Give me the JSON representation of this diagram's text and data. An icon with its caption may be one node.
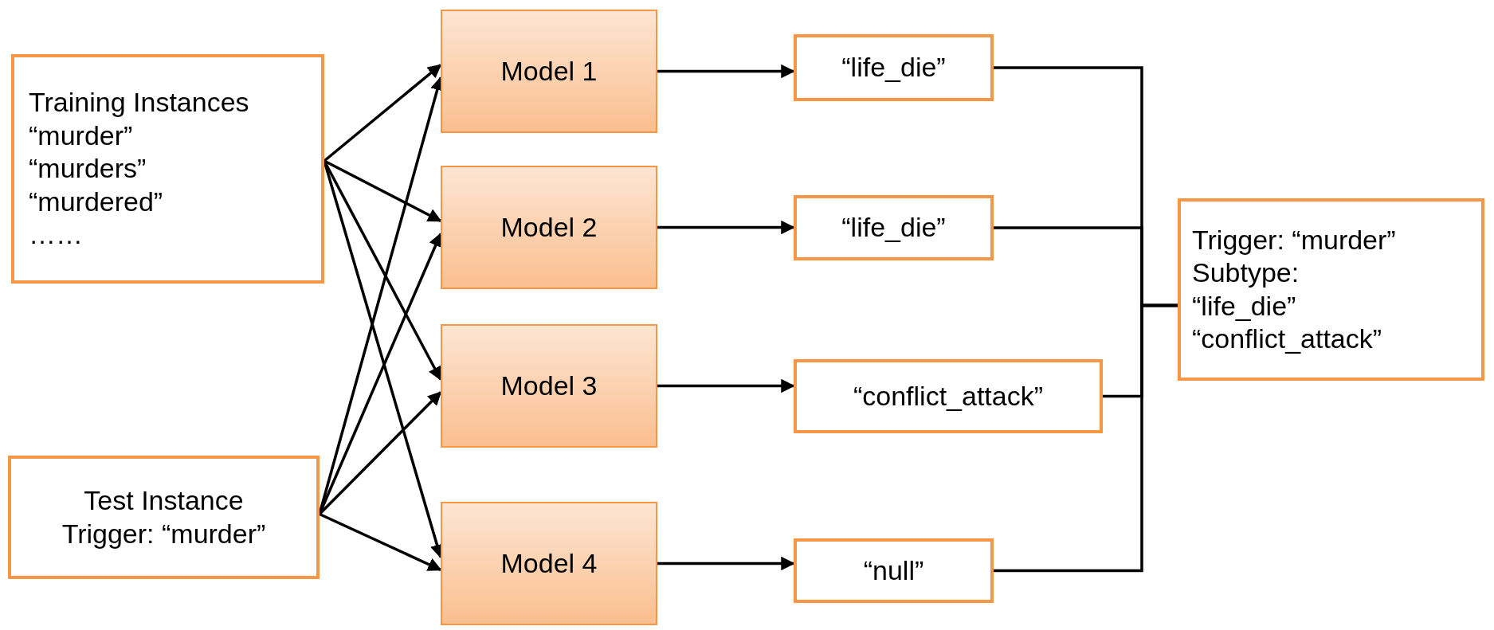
{
  "diagram": {
    "nodes": [
      {
        "text": [
          "Training Instances",
          "“murder”",
          "“murders”",
          "“murdered”",
          "……"
        ]
      },
      {
        "text": [
          "Test Instance",
          "Trigger: “murder”"
        ]
      },
      {
        "text": [
          "Model 1"
        ]
      },
      {
        "text": [
          "Model 2"
        ]
      },
      {
        "text": [
          "Model 3"
        ]
      },
      {
        "text": [
          "Model 4"
        ]
      },
      {
        "text": [
          "“life_die”"
        ]
      },
      {
        "text": [
          "“life_die”"
        ]
      },
      {
        "text": [
          "“conflict_attack”"
        ]
      },
      {
        "text": [
          "“null”"
        ]
      },
      {
        "text": [
          "Trigger: “murder”",
          "Subtype:",
          "“life_die”",
          "“conflict_attack”"
        ]
      }
    ],
    "edges": [
      {
        "from": 0,
        "to": 2,
        "arrow": "to"
      },
      {
        "from": 0,
        "to": 3,
        "arrow": "to"
      },
      {
        "from": 0,
        "to": 4,
        "arrow": "to"
      },
      {
        "from": 0,
        "to": 5,
        "arrow": "to"
      },
      {
        "from": 1,
        "to": 2,
        "arrow": "to"
      },
      {
        "from": 1,
        "to": 3,
        "arrow": "to"
      },
      {
        "from": 1,
        "to": 4,
        "arrow": "to"
      },
      {
        "from": 1,
        "to": 5,
        "arrow": "to"
      },
      {
        "from": 2,
        "to": 6,
        "arrow": "to"
      },
      {
        "from": 3,
        "to": 7,
        "arrow": "to"
      },
      {
        "from": 4,
        "to": 8,
        "arrow": "to"
      },
      {
        "from": 5,
        "to": 9,
        "arrow": "to"
      },
      {
        "from": 6,
        "to": 10,
        "arrow": "none"
      },
      {
        "from": 7,
        "to": 10,
        "arrow": "none"
      },
      {
        "from": 8,
        "to": 10,
        "arrow": "none"
      },
      {
        "from": 9,
        "to": 10,
        "arrow": "none"
      }
    ]
  }
}
